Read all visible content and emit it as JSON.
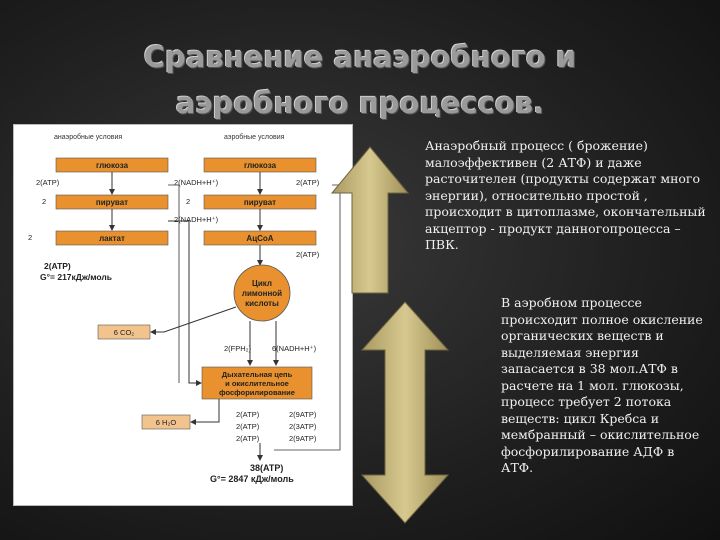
{
  "slide": {
    "title_line1": "Сравнение анаэробного и",
    "title_line2": "аэробного процессов.",
    "text1": "Анаэробный процесс ( брожение) малоэффективен (2 АТФ) и даже расточителен (продукты содержат много энергии), относительно простой , происходит в цитоплазме, окончательный акцептор - продукт данногопроцесса – ПВК.",
    "text2": "В аэробном процессе происходит полное окисление органических веществ и выделяемая энергия запасается в 38 мол.АТФ в расчете на 1 мол. глюкозы, процесс требует 2 потока веществ: цикл Кребса и мембранный – окислительное фосфорилирование АДФ в АТФ."
  },
  "diagram": {
    "colors": {
      "box": "#e8912e",
      "box_light": "#f2c38c",
      "circle": "#e8912e",
      "line": "#444444",
      "text": "#222222"
    },
    "anaerobic_header": "анаэробные условия",
    "aerobic_header": "аэробные условия",
    "a_glucose": "глюкоза",
    "a_pyruvate": "пируват",
    "a_lactate": "лактат",
    "b_glucose": "глюкоза",
    "b_pyruvate": "пируват",
    "b_acetylcoa": "АцСоА",
    "cycle_l1": "Цикл",
    "cycle_l2": "лимонной",
    "cycle_l3": "кислоты",
    "resp_l1": "Дыхательная цепь",
    "resp_l2": "и окислительное",
    "resp_l3": "фосфорилирование",
    "co2_box": "6 CO₂",
    "h2o_box": "6 H₂O",
    "l_2atp_1": "2(ATP)",
    "l_2_1": "2",
    "l_2_2": "2",
    "a_total_atp": "2(ATP)",
    "a_total_energy": "G°= 217кДж/моль",
    "m_nadh_1": "2(NADH+H⁺)",
    "m_2atp_1": "2(ATP)",
    "m_2": "2",
    "m_nadh_2": "2(NADH+H⁺)",
    "m_2atp_2": "2(ATP)",
    "m_fadh": "2(FPH₂)",
    "m_nadh_3": "6(NADH+H⁺)",
    "r_2atp_a": "2(ATP)",
    "r_2atp_b": "2(ATP)",
    "r_2atp_c": "2(ATP)",
    "r_2atp_d": "2(9ATP)",
    "r_2atp_e": "2(3ATP)",
    "r_2atp_f": "2(9ATP)",
    "b_total_atp": "38(ATP)",
    "b_total_energy": "G°= 2847 кДж/моль"
  }
}
